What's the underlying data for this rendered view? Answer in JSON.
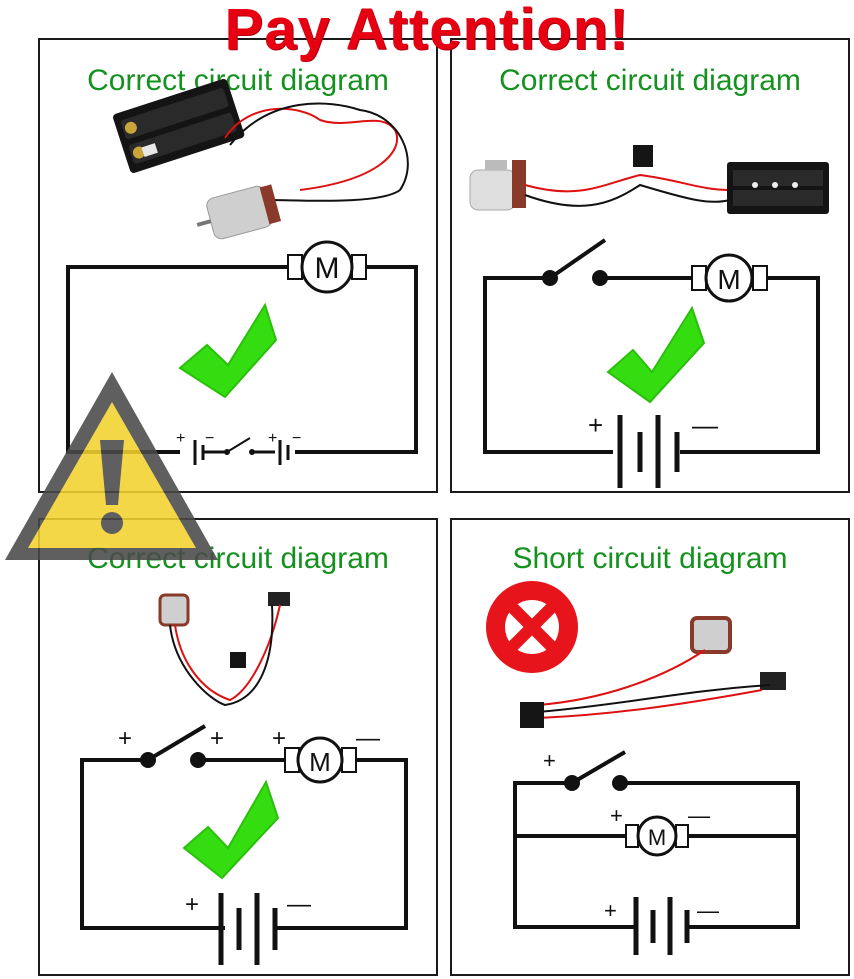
{
  "title": "Pay Attention!",
  "colors": {
    "title": "#e60012",
    "panel_title": "#14911e",
    "check": "#33dd10",
    "error": "#e8141b",
    "warning_fill": "#f2d22e",
    "wire": "#111111"
  },
  "panels": [
    {
      "title": "Correct circuit diagram",
      "status": "correct",
      "motor": "M",
      "plus": "+",
      "minus": "−"
    },
    {
      "title": "Correct circuit diagram",
      "status": "correct",
      "motor": "M",
      "plus": "+",
      "minus": "—"
    },
    {
      "title": "Correct circuit diagram",
      "status": "correct",
      "motor": "M",
      "plus": "+",
      "minus": "—"
    },
    {
      "title": "Short circuit diagram",
      "status": "short",
      "motor": "M",
      "plus": "+",
      "minus": "—"
    }
  ],
  "icons": {
    "check": "checkmark-icon",
    "error": "x-circle-icon",
    "warning": "warning-triangle-icon",
    "motor": "motor-symbol-icon"
  }
}
